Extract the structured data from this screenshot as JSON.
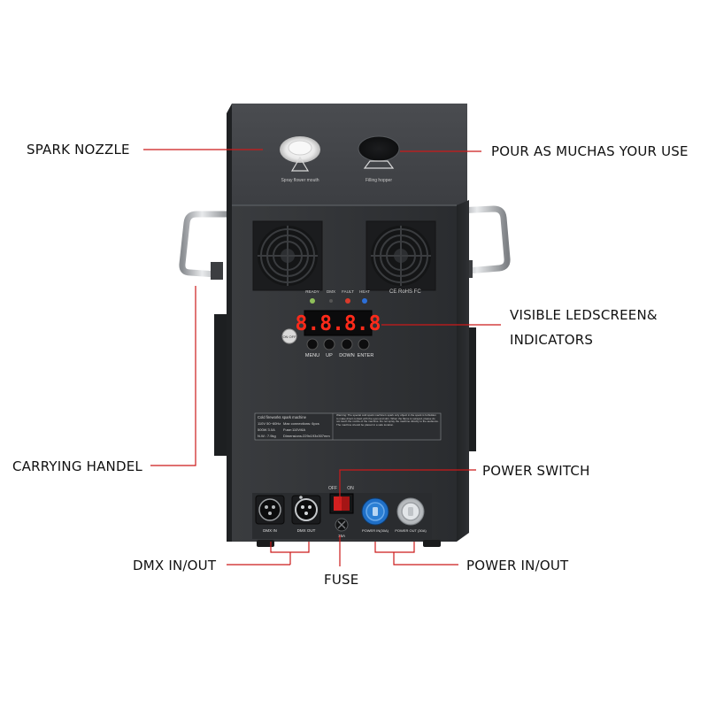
{
  "callouts": {
    "spark_nozzle": "SPARK NOZZLE",
    "pour": "POUR AS MUCHAS YOUR USE",
    "visible_line1": "VISIBLE LEDSCREEN&",
    "visible_line2": "INDICATORS",
    "carrying_handle": "CARRYING HANDEL",
    "power_switch": "POWER SWITCH",
    "dmx": "DMX IN/OUT",
    "power_inout": "POWER IN/OUT",
    "fuse": "FUSE"
  },
  "device": {
    "top_left_caption": "Spray flower mouth",
    "top_right_caption": "Filling hopper",
    "indicators": [
      "READY",
      "DMX",
      "FAULT",
      "HEAT"
    ],
    "display_value": "8.8.8.8",
    "on_off_label": "ON OFF",
    "buttons": [
      "MENU",
      "UP",
      "DOWN",
      "ENTER"
    ],
    "spec_title": "Cold fireworks spark machine",
    "spec_rows": [
      [
        "110V  50~60Hz",
        "Max connections: 6pcs"
      ],
      [
        "500W  3.0A",
        "Fuse:110V/6A"
      ],
      [
        "N.W.: 7.9kg",
        "Dimensions:229x193x307mm"
      ]
    ],
    "warning_text": "Warning: The special cold spark machine's spark only object in the spark is forbidden to make direct contact with the eyes and skin. When the flame is sprayed, please do not touch the nozzle of the machine. Do not spray the machine directly to the audience. The machine should be placed in a safe location.",
    "switch_off": "OFF",
    "switch_on": "ON",
    "fuse_rating": "15A",
    "ports": [
      "DMX IN",
      "DMX OUT",
      "POWER IN(30A)",
      "POWER OUT (30A)"
    ]
  },
  "colors": {
    "callout_line": "#cc1a1a",
    "body": "#2f3133",
    "power_in": "#2b7fd4",
    "power_out": "#cfd3d6",
    "switch": "#d42020"
  }
}
